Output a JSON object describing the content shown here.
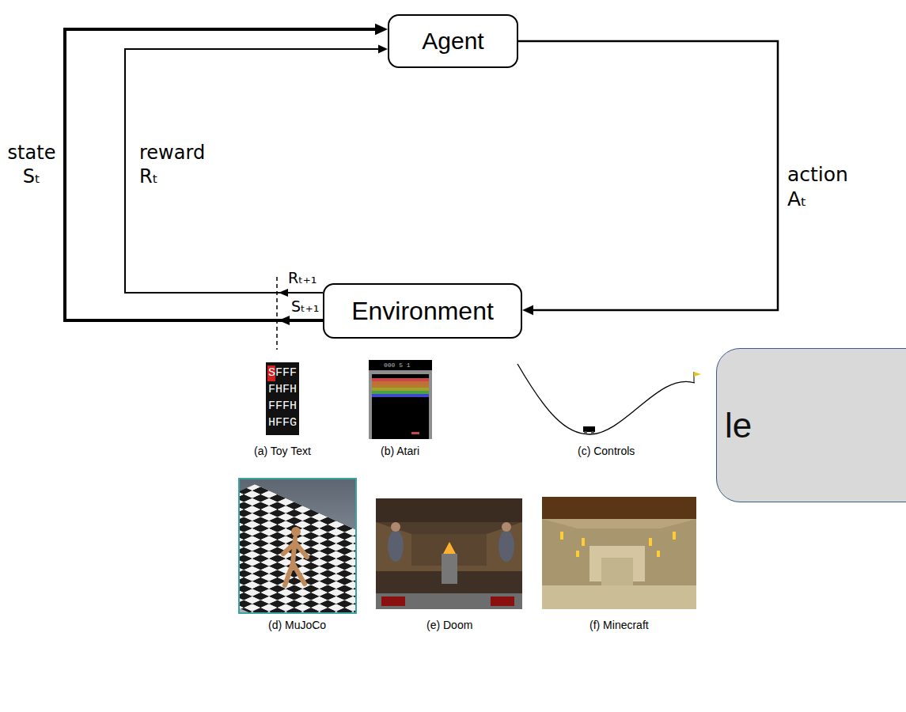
{
  "diagram": {
    "nodes": [
      {
        "text": [
          "Agent"
        ]
      },
      {
        "text": [
          "Environment"
        ]
      },
      {
        "text": [
          "le"
        ]
      }
    ],
    "edges": [
      {
        "from": 0,
        "to": 1,
        "arrow": "to",
        "label": "action Aₜ"
      },
      {
        "from": 1,
        "to": 0,
        "arrow": "to",
        "label": "reward Rₜ"
      },
      {
        "from": 1,
        "to": 0,
        "arrow": "to",
        "label": "state Sₜ"
      }
    ],
    "labels": [
      "Rₜ₊₁",
      "Sₜ₊₁",
      "SFFF",
      "FHFH",
      "FFFH",
      "HFFG",
      "000 5 1",
      "(a) Toy Text",
      "(b) Atari",
      "(c) Controls",
      "(d) MuJoCo",
      "(e) Doom",
      "(f) Minecraft"
    ]
  }
}
